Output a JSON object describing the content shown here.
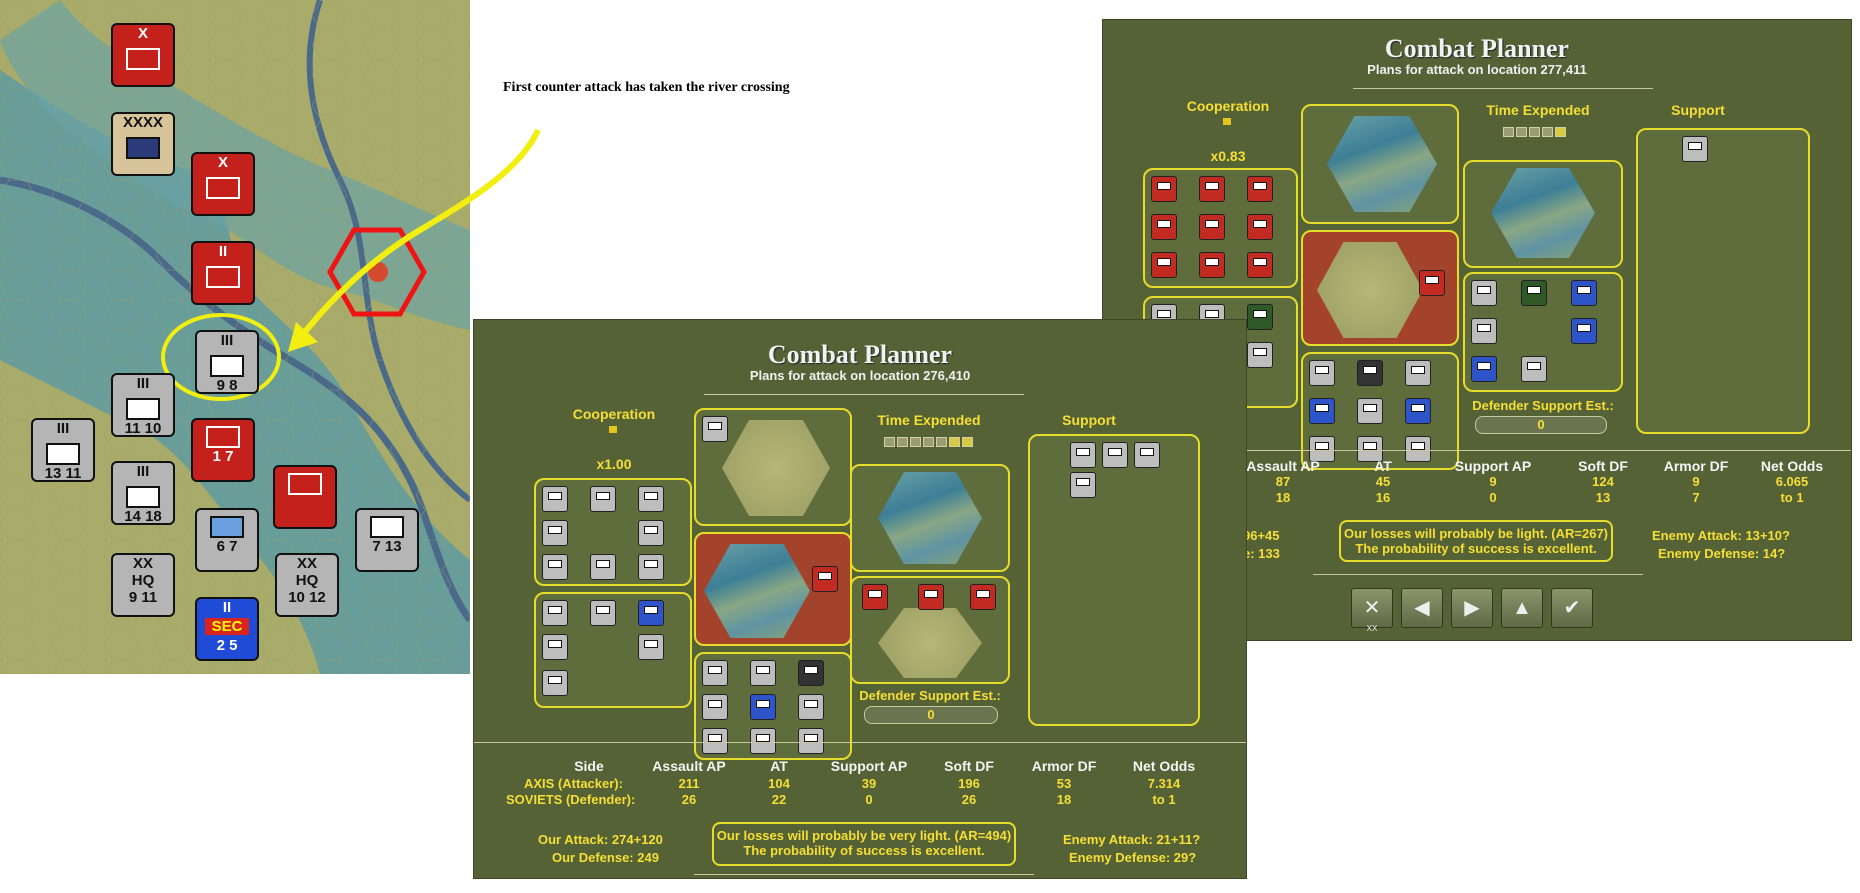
{
  "caption": "First counter attack has taken the river crossing",
  "map": {
    "units": [
      {
        "id": "u1",
        "type": "X",
        "numbers": "",
        "color": "#c4211c"
      },
      {
        "id": "u2",
        "type": "XXXX",
        "numbers": "",
        "color": "#d8c49a"
      },
      {
        "id": "u3",
        "type": "X",
        "numbers": "",
        "color": "#c4211c"
      },
      {
        "id": "u4",
        "type": "II",
        "numbers": "",
        "color": "#c4211c"
      },
      {
        "id": "u5",
        "type": "III",
        "numbers": "9 8",
        "color": "#b5b5b5"
      },
      {
        "id": "u6",
        "type": "III",
        "numbers": "11 10",
        "color": "#b5b5b5"
      },
      {
        "id": "u7",
        "type": "III",
        "numbers": "13 11",
        "color": "#b5b5b5"
      },
      {
        "id": "u8",
        "type": "",
        "numbers": "1 7",
        "color": "#c4211c"
      },
      {
        "id": "u9",
        "type": "III",
        "numbers": "14 18",
        "color": "#b5b5b5"
      },
      {
        "id": "u10",
        "type": "",
        "numbers": "6 7",
        "color": "#b5b5b5"
      },
      {
        "id": "u11",
        "type": "",
        "numbers": "7 13",
        "color": "#b5b5b5"
      },
      {
        "id": "u12",
        "type": "XX",
        "numbers": "9 11",
        "color": "#b5b5b5"
      },
      {
        "id": "u13",
        "type": "XX",
        "numbers": "10 12",
        "color": "#b5b5b5"
      },
      {
        "id": "u14",
        "type": "II",
        "numbers": "2 5",
        "color": "#1f4bd6"
      }
    ],
    "hq_label": "HQ",
    "sec_label": "SEC"
  },
  "planner_back": {
    "title": "Combat Planner",
    "subtitle": "Plans for attack on location 277,411",
    "cooperation_label": "Cooperation",
    "cooperation_value": "x0.83",
    "time_label": "Time Expended",
    "time_pips": 5,
    "time_pips_on": 1,
    "support_label": "Support",
    "defender_support_label": "Defender Support Est.:",
    "defender_support_value": "0",
    "headers": [
      "Assault AP",
      "AT",
      "Support AP",
      "Soft DF",
      "Armor DF",
      "Net Odds"
    ],
    "row1_label": "",
    "row1": [
      "87",
      "45",
      "9",
      "124",
      "9",
      "6.065"
    ],
    "row2_label": "):",
    "row2": [
      "18",
      "16",
      "0",
      "13",
      "7",
      "to 1"
    ],
    "our_attack": "96+45",
    "our_defense": "e: 133",
    "message_line1": "Our losses will probably be light. (AR=267)",
    "message_line2": "The probability of success is excellent.",
    "enemy_attack": "Enemy Attack: 13+10?",
    "enemy_defense": "Enemy Defense: 14?",
    "buttons": [
      {
        "name": "cancel",
        "glyph": "✕"
      },
      {
        "name": "prev",
        "glyph": "◀"
      },
      {
        "name": "next",
        "glyph": "▶"
      },
      {
        "name": "up",
        "glyph": "▲"
      },
      {
        "name": "confirm",
        "glyph": "✔"
      }
    ],
    "button_sub_label": "XX"
  },
  "planner_front": {
    "title": "Combat Planner",
    "subtitle": "Plans for attack on location 276,410",
    "cooperation_label": "Cooperation",
    "cooperation_value": "x1.00",
    "time_label": "Time Expended",
    "time_pips": 7,
    "time_pips_on": 2,
    "support_label": "Support",
    "defender_support_label": "Defender Support Est.:",
    "defender_support_value": "0",
    "headers": [
      "Side",
      "Assault AP",
      "AT",
      "Support AP",
      "Soft DF",
      "Armor DF",
      "Net Odds"
    ],
    "row1": [
      "AXIS  (Attacker):",
      "211",
      "104",
      "39",
      "196",
      "53",
      "7.314"
    ],
    "row2": [
      "SOVIETS  (Defender):",
      "26",
      "22",
      "0",
      "26",
      "18",
      "to 1"
    ],
    "our_attack": "Our Attack: 274+120",
    "our_defense": "Our Defense: 249",
    "message_line1": "Our losses will probably be very light. (AR=494)",
    "message_line2": "The probability of success is excellent.",
    "enemy_attack": "Enemy Attack: 21+11?",
    "enemy_defense": "Enemy Defense: 29?"
  },
  "colors": {
    "panel": "#556236",
    "accent": "#e6dc2a",
    "text_yellow": "#f5df35",
    "axis_red": "#c4211c"
  }
}
